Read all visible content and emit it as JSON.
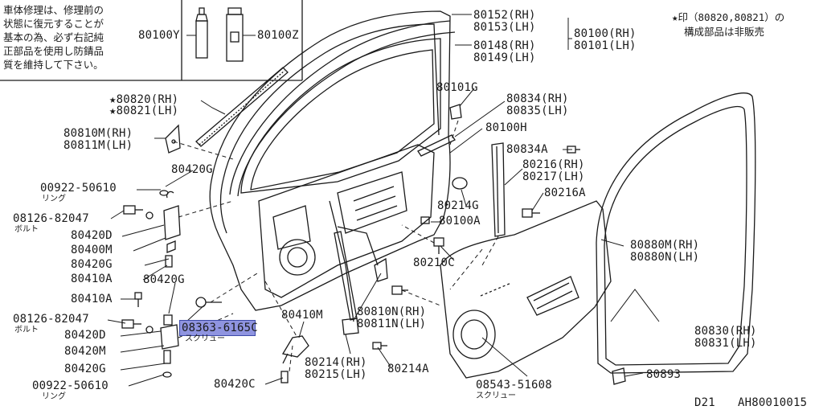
{
  "note": {
    "lines": [
      "車体修理は、修理前の",
      "状態に復元することが",
      "基本の為、必ず右記純",
      "正部品を使用し防錆品",
      "質を維持して下さい。"
    ]
  },
  "legend": {
    "line1": "★印（80820,80821）の",
    "line2": "構成部品は非販売"
  },
  "labels": {
    "p80100y": "80100Y",
    "p80100z": "80100Z",
    "p80152": "80152(RH)",
    "p80153": "80153(LH)",
    "p80148": "80148(RH)",
    "p80149": "80149(LH)",
    "p80100": "80100(RH)",
    "p80101": "80101(LH)",
    "p80820": "★80820(RH)",
    "p80821": "★80821(LH)",
    "p80810m": "80810M(RH)",
    "p80811m": "80811M(LH)",
    "p80101g": "80101G",
    "p80834": "80834(RH)",
    "p80835": "80835(LH)",
    "p80100h": "80100H",
    "p80834a": "80834A",
    "p80216": "80216(RH)",
    "p80217": "80217(LH)",
    "p80216a": "80216A",
    "p80214g": "80214G",
    "p80100a": "80100A",
    "p80210c": "80210C",
    "p80880m": "80880M(RH)",
    "p80880n": "80880N(LH)",
    "p80420g_a": "80420G",
    "p00922_a": "00922-50610",
    "ring_a": "リング",
    "p08126_a": "08126-82047",
    "bolt_a": "ボルト",
    "p80420d_a": "80420D",
    "p80400m": "80400M",
    "p80420g_b": "80420G",
    "p80410a_a": "80410A",
    "p80420g_c": "80420G",
    "p80410a_b": "80410A",
    "p08126_b": "08126-82047",
    "bolt_b": "ボルト",
    "p80420d_b": "80420D",
    "p80420m": "80420M",
    "p80420g_d": "80420G",
    "p00922_b": "00922-50610",
    "ring_b": "リング",
    "p08363": "08363-6165C",
    "screw_a": "スクリュー",
    "p80410m": "80410M",
    "p80420c": "80420C",
    "p80810n": "80810N(RH)",
    "p80811n": "80811N(LH)",
    "p80214": "80214(RH)",
    "p80215": "80215(LH)",
    "p80214a": "80214A",
    "p08543": "08543-51608",
    "screw_b": "スクリュー",
    "p80830": "80830(RH)",
    "p80831": "80831(LH)",
    "p80893": "80893"
  },
  "footer": {
    "model": "D21",
    "code": "AH80010015"
  }
}
